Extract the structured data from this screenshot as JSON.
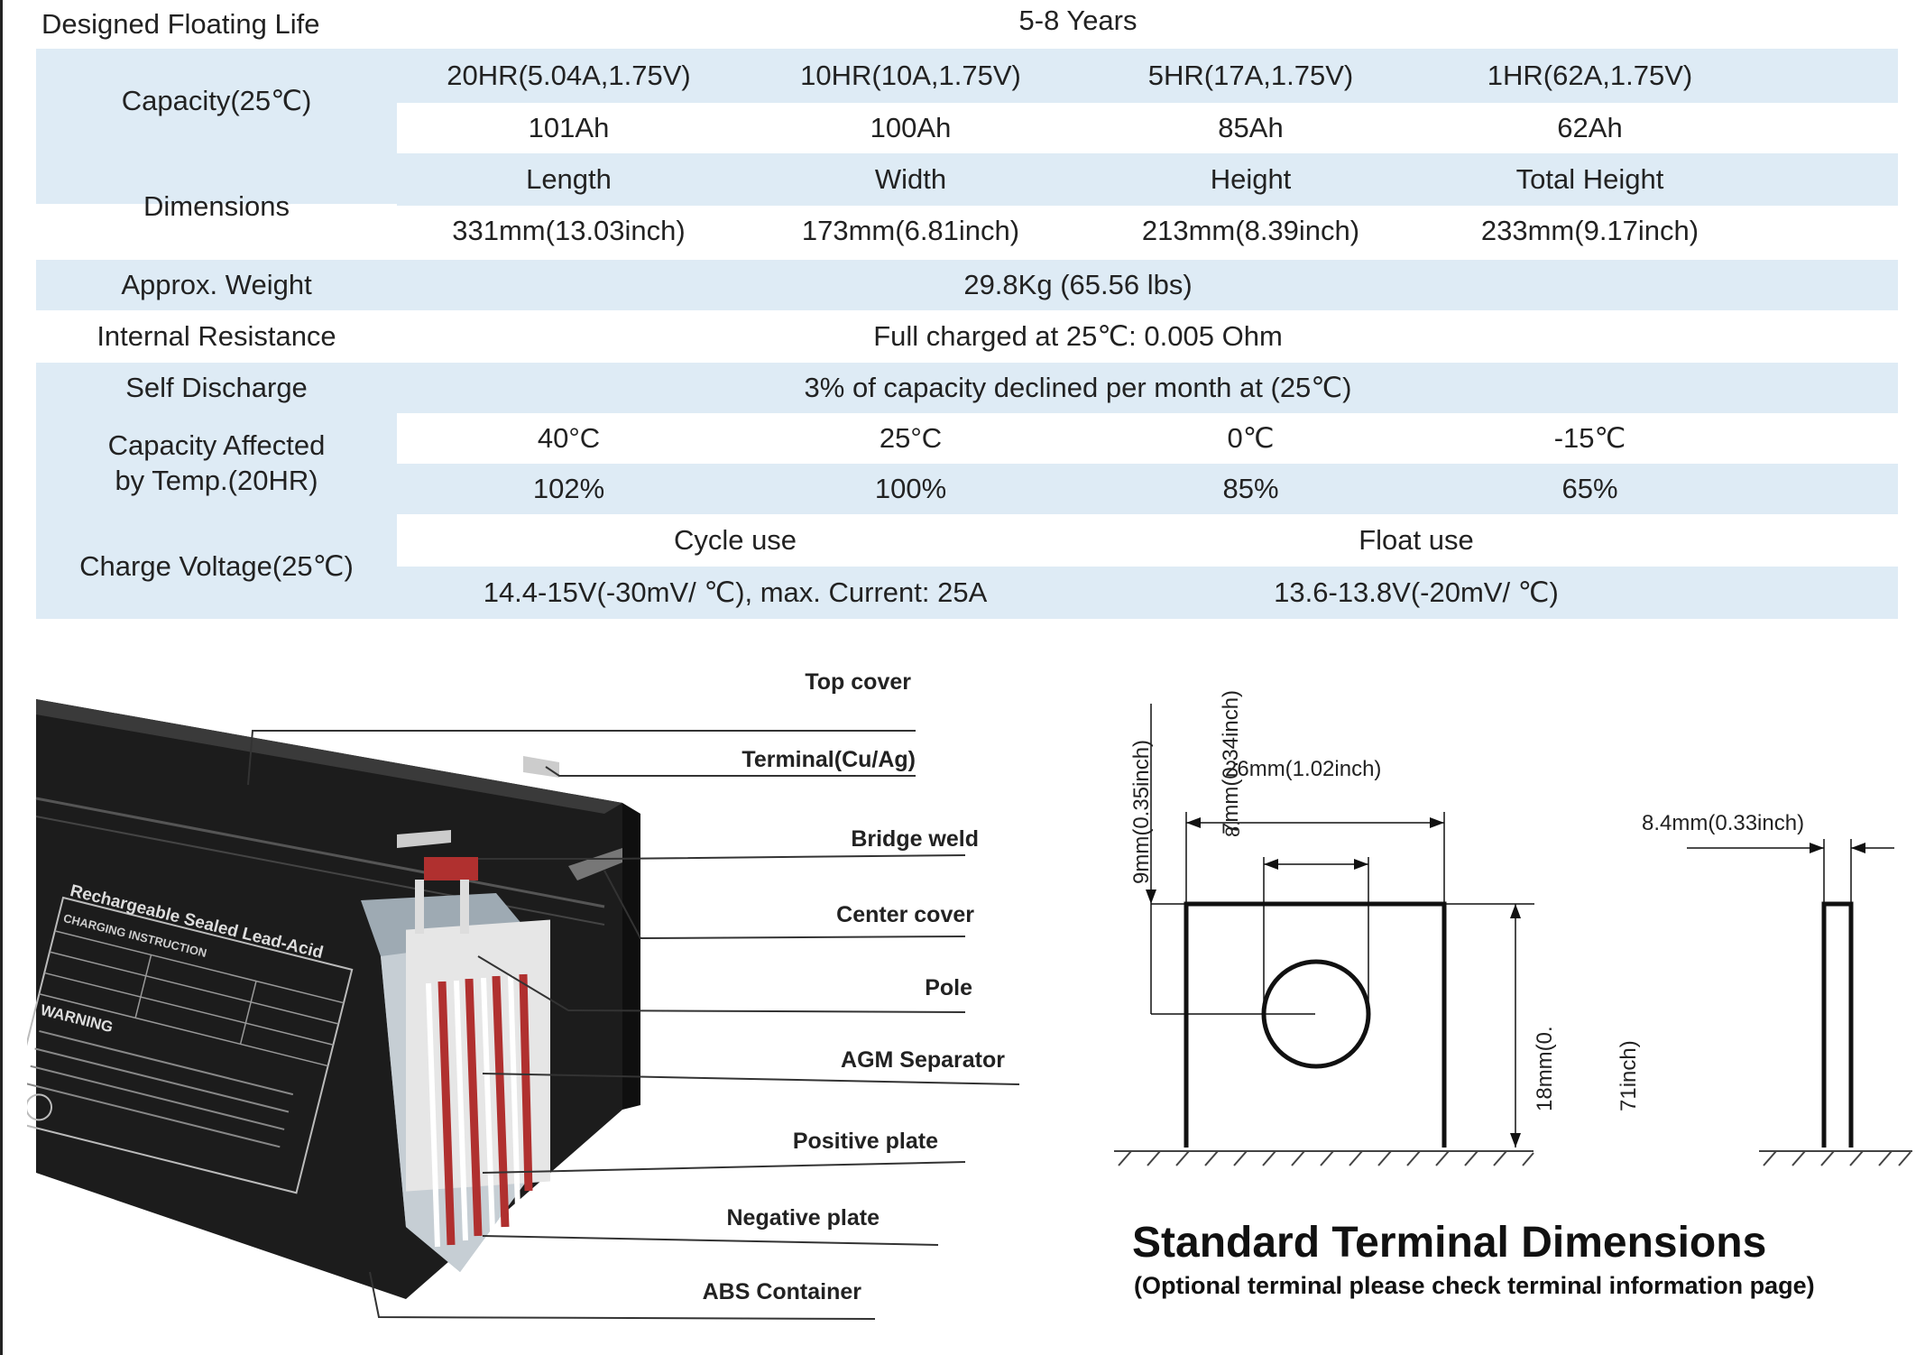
{
  "specs": {
    "floating_life": {
      "label": "Designed Floating Life",
      "value": "5-8 Years"
    },
    "capacity": {
      "label": "Capacity(25℃)",
      "headers": [
        "20HR(5.04A,1.75V)",
        "10HR(10A,1.75V)",
        "5HR(17A,1.75V)",
        "1HR(62A,1.75V)"
      ],
      "values": [
        "101Ah",
        "100Ah",
        "85Ah",
        "62Ah"
      ]
    },
    "dimensions": {
      "label": "Dimensions",
      "headers": [
        "Length",
        "Width",
        "Height",
        "Total Height"
      ],
      "values": [
        "331mm(13.03inch)",
        "173mm(6.81inch)",
        "213mm(8.39inch)",
        "233mm(9.17inch)"
      ]
    },
    "weight": {
      "label": "Approx. Weight",
      "value": "29.8Kg (65.56 lbs)"
    },
    "resistance": {
      "label": "Internal Resistance",
      "value": "Full charged at 25℃: 0.005 Ohm"
    },
    "self_discharge": {
      "label": "Self Discharge",
      "value": "3% of capacity declined per month at (25℃)"
    },
    "temp_capacity": {
      "label_line1": "Capacity Affected",
      "label_line2": "by Temp.(20HR)",
      "headers": [
        "40°C",
        "25°C",
        "0℃",
        "-15℃"
      ],
      "values": [
        "102%",
        "100%",
        "85%",
        "65%"
      ]
    },
    "charge_voltage": {
      "label": "Charge Voltage(25℃)",
      "headers": [
        "Cycle use",
        "Float use"
      ],
      "values": [
        "14.4-15V(-30mV/ ℃), max. Current: 25A",
        "13.6-13.8V(-20mV/ ℃)"
      ]
    }
  },
  "cutaway": {
    "callouts": [
      "Top cover",
      "Terminal(Cu/Ag)",
      "Bridge weld",
      "Center cover",
      "Pole",
      "AGM Separator",
      "Positive plate",
      "Negative plate",
      "ABS Container"
    ],
    "label_title": "Rechargeable Sealed Lead-Acid",
    "label_sub": "CHARGING INSTRUCTION",
    "label_warning": "WARNING"
  },
  "terminal": {
    "dims": {
      "width": "26mm(1.02inch)",
      "hole_v": "7mm(0.34inch)",
      "hole_v_prefix": "8.",
      "top_offset": "9mm(0.35inch)",
      "height_a": "18mm(0.",
      "height_b": "71inch)",
      "thickness": "8.4mm(0.33inch)"
    },
    "title": "Standard Terminal Dimensions",
    "subtitle": "(Optional terminal please check terminal information page)"
  },
  "colors": {
    "row_band": "#deebf5",
    "ink": "#222222",
    "battery": "#1c1c1c",
    "plate_red": "#b0302f"
  }
}
